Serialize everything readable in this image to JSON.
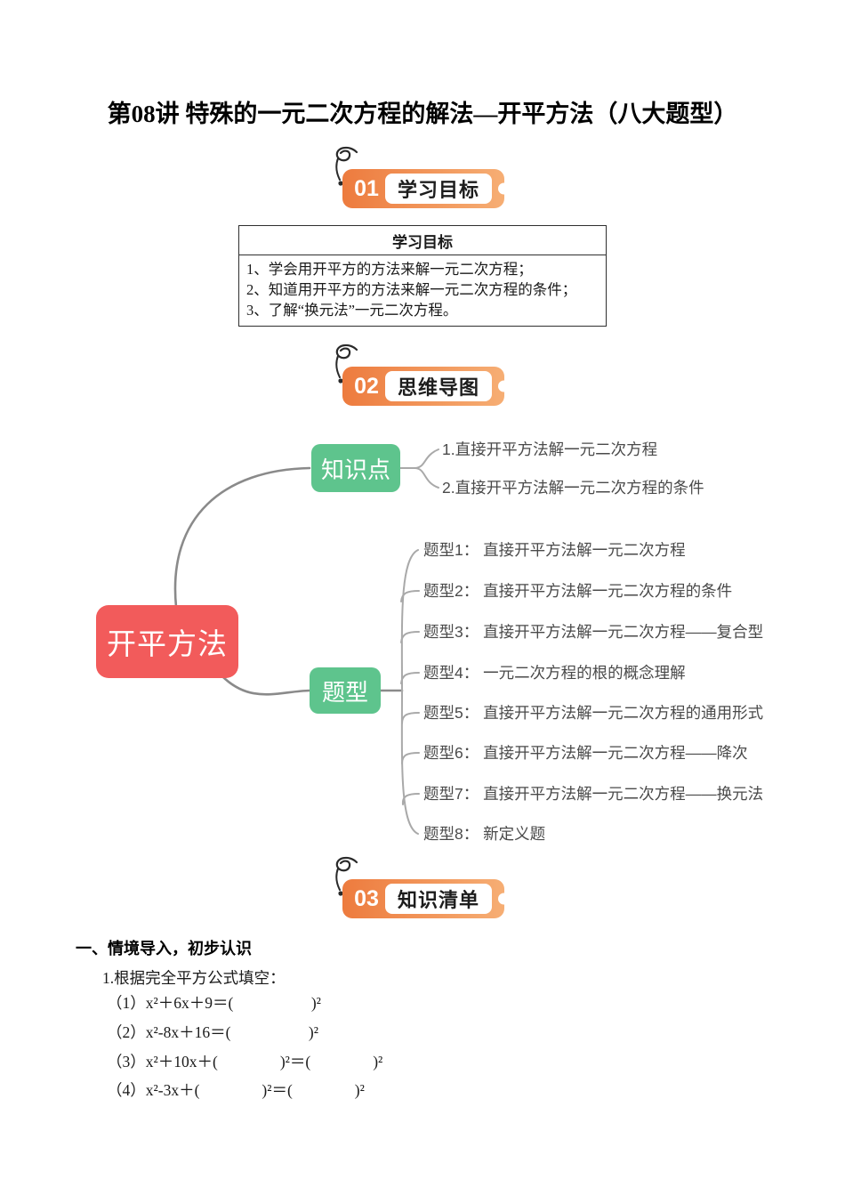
{
  "page": {
    "title": "第08讲 特殊的一元二次方程的解法—开平方法（八大题型）"
  },
  "colors": {
    "badge-orange-dark": "#ed7b3e",
    "badge-orange-light": "#f6ae74",
    "root-red": "#f25b5b",
    "branch-green": "#5ec48d",
    "line-gray": "#8a8a8a",
    "item-text": "#4a4a4a"
  },
  "sections": [
    {
      "number": "01",
      "label": "学习目标"
    },
    {
      "number": "02",
      "label": "思维导图"
    },
    {
      "number": "03",
      "label": "知识清单"
    }
  ],
  "objectives": {
    "header": "学习目标",
    "items": [
      "1、学会用开平方的方法来解一元二次方程；",
      "2、知道用开平方的方法来解一元二次方程的条件；",
      "3、了解“换元法”一元二次方程。"
    ]
  },
  "mindmap": {
    "root": "开平方法",
    "branches": [
      {
        "label": "知识点",
        "items": [
          "1.直接开平方法解一元二次方程",
          "2.直接开平方法解一元二次方程的条件"
        ]
      },
      {
        "label": "题型",
        "items": [
          "题型1： 直接开平方法解一元二次方程",
          "题型2： 直接开平方法解一元二次方程的条件",
          "题型3： 直接开平方法解一元二次方程——复合型",
          "题型4：  一元二次方程的根的概念理解",
          "题型5： 直接开平方法解一元二次方程的通用形式",
          "题型6： 直接开平方法解一元二次方程——降次",
          "题型7： 直接开平方法解一元二次方程——换元法",
          "题型8： 新定义题"
        ]
      }
    ]
  },
  "knowledge": {
    "heading": "一、情境导入，初步认识",
    "intro": "1.根据完全平方公式填空：",
    "equations": [
      "（1）x²＋6x＋9＝(　　　　　)²",
      "（2）x²-8x＋16＝(　　　　　)²",
      "（3）x²＋10x＋(　　　　)²＝(　　　　)²",
      "（4）x²-3x＋(　　　　)²＝(　　　　)²"
    ]
  }
}
